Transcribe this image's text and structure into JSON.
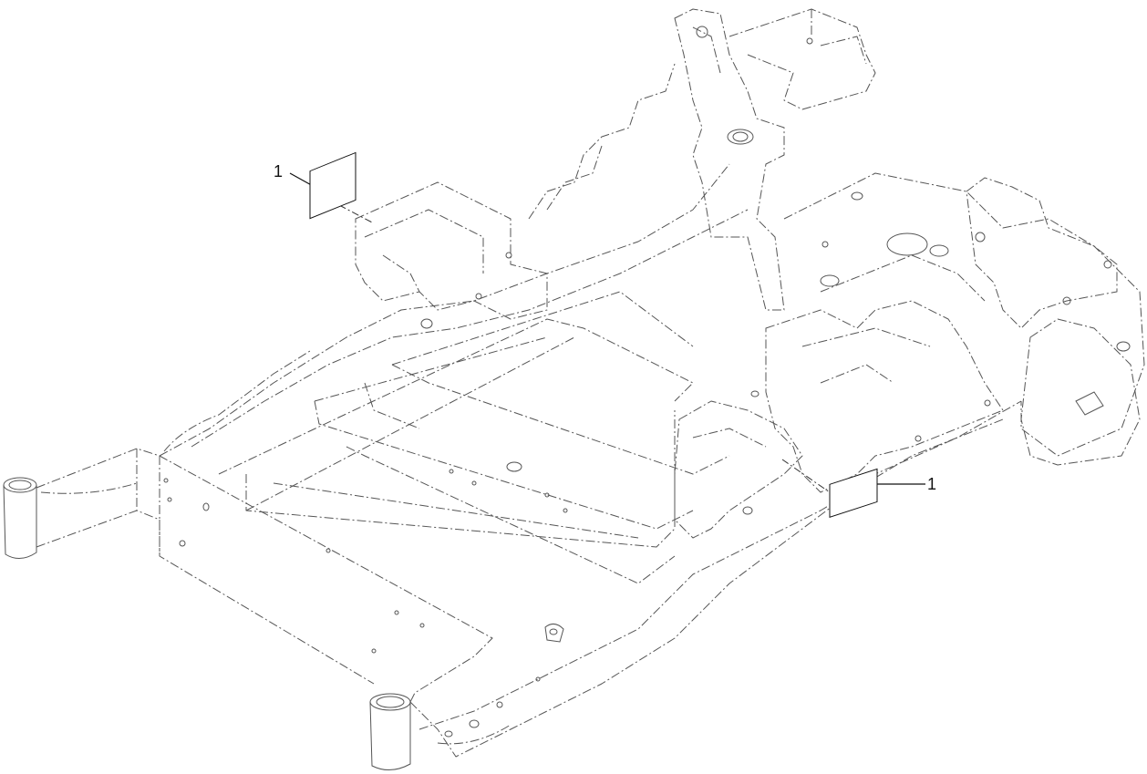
{
  "callouts": [
    {
      "label": "1",
      "part": "decal"
    },
    {
      "label": "1",
      "part": "decal"
    }
  ],
  "icons": {
    "decal": "decal-icon",
    "frame": "mower-frame-icon"
  },
  "colors": {
    "line": "#555555",
    "background": "#ffffff"
  }
}
